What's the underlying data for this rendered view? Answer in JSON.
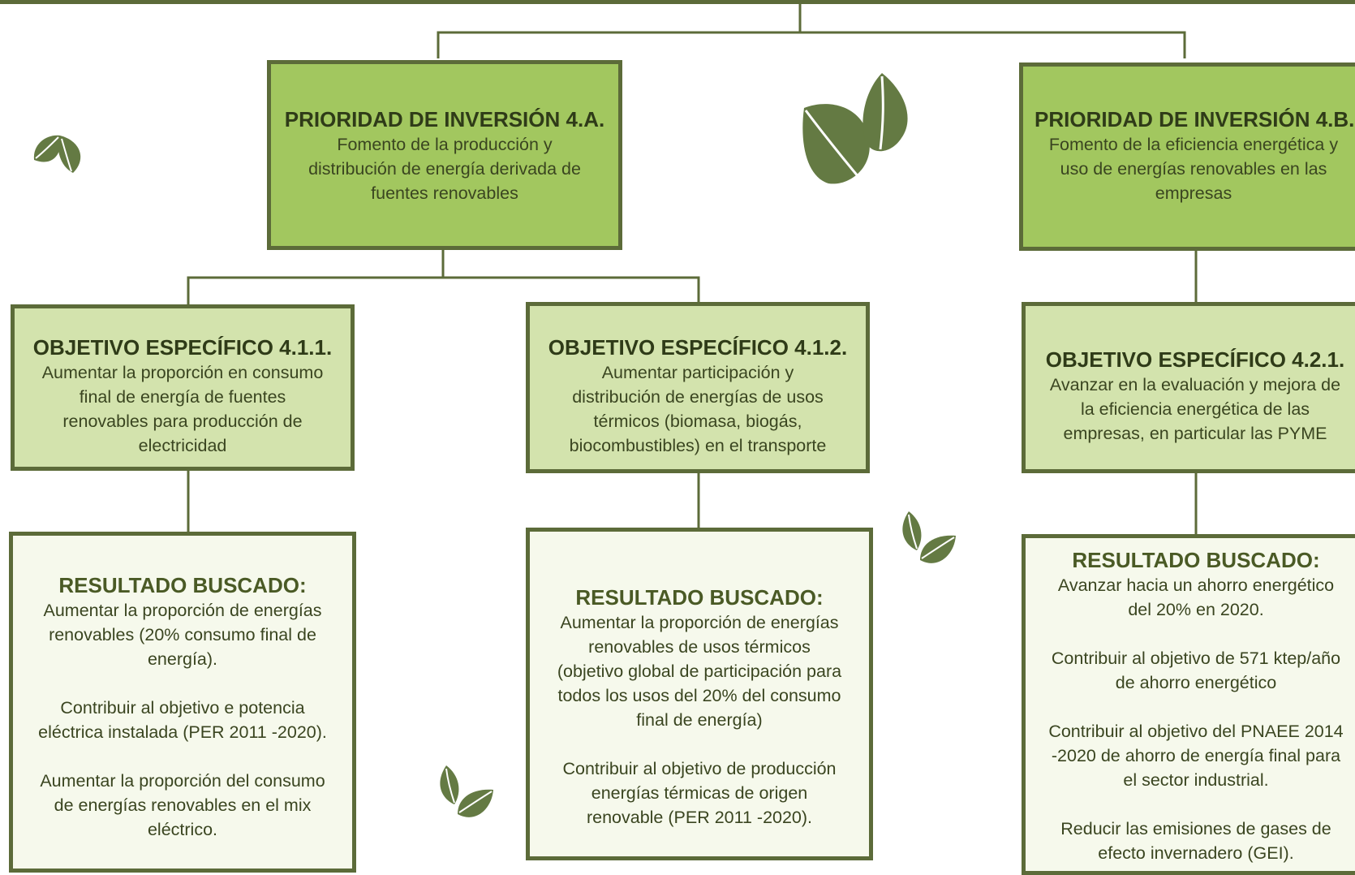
{
  "colors": {
    "border": "#5c6b39",
    "priority_fill": "#a2c75f",
    "objective_fill": "#d3e3ad",
    "result_fill": "#f6f9ec",
    "leaf": "#647a43"
  },
  "priorities": [
    {
      "title": "PRIORIDAD DE INVERSIÓN 4.A.",
      "desc": "Fomento de la producción y distribución de energía derivada de fuentes renovables"
    },
    {
      "title": "PRIORIDAD DE INVERSIÓN 4.B.",
      "desc": "Fomento de la eficiencia energética y uso de energías renovables en las empresas"
    }
  ],
  "objectives": [
    {
      "title": "OBJETIVO ESPECÍFICO 4.1.1.",
      "desc": "Aumentar la proporción en consumo final de energía de fuentes renovables para producción de electricidad"
    },
    {
      "title": "OBJETIVO ESPECÍFICO 4.1.2.",
      "desc": "Aumentar participación y distribución de energías de usos térmicos (biomasa, biogás, biocombustibles) en el transporte"
    },
    {
      "title": "OBJETIVO ESPECÍFICO 4.2.1.",
      "desc": "Avanzar en la evaluación y mejora de la eficiencia energética de las empresas, en particular las PYME"
    }
  ],
  "results": [
    {
      "title": "RESULTADO BUSCADO:",
      "paragraphs": [
        "Aumentar la proporción de energías renovables (20% consumo final de energía).",
        "Contribuir al objetivo e potencia eléctrica instalada (PER 2011 -2020).",
        "Aumentar la proporción del consumo de energías renovables en el mix eléctrico."
      ]
    },
    {
      "title": "RESULTADO BUSCADO:",
      "paragraphs": [
        "Aumentar la proporción de energías renovables de usos térmicos (objetivo global de participación para todos los usos del 20% del consumo final de energía)",
        "Contribuir al objetivo de producción energías térmicas de origen renovable (PER 2011 -2020)."
      ]
    },
    {
      "title": "RESULTADO BUSCADO:",
      "paragraphs": [
        "Avanzar hacia un ahorro energético del 20% en 2020.",
        "Contribuir al objetivo de 571 ktep/año de ahorro energético",
        "Contribuir al objetivo del PNAEE 2014 -2020 de ahorro de energía final para el sector industrial.",
        "Reducir las emisiones de gases de efecto invernadero (GEI)."
      ]
    }
  ]
}
